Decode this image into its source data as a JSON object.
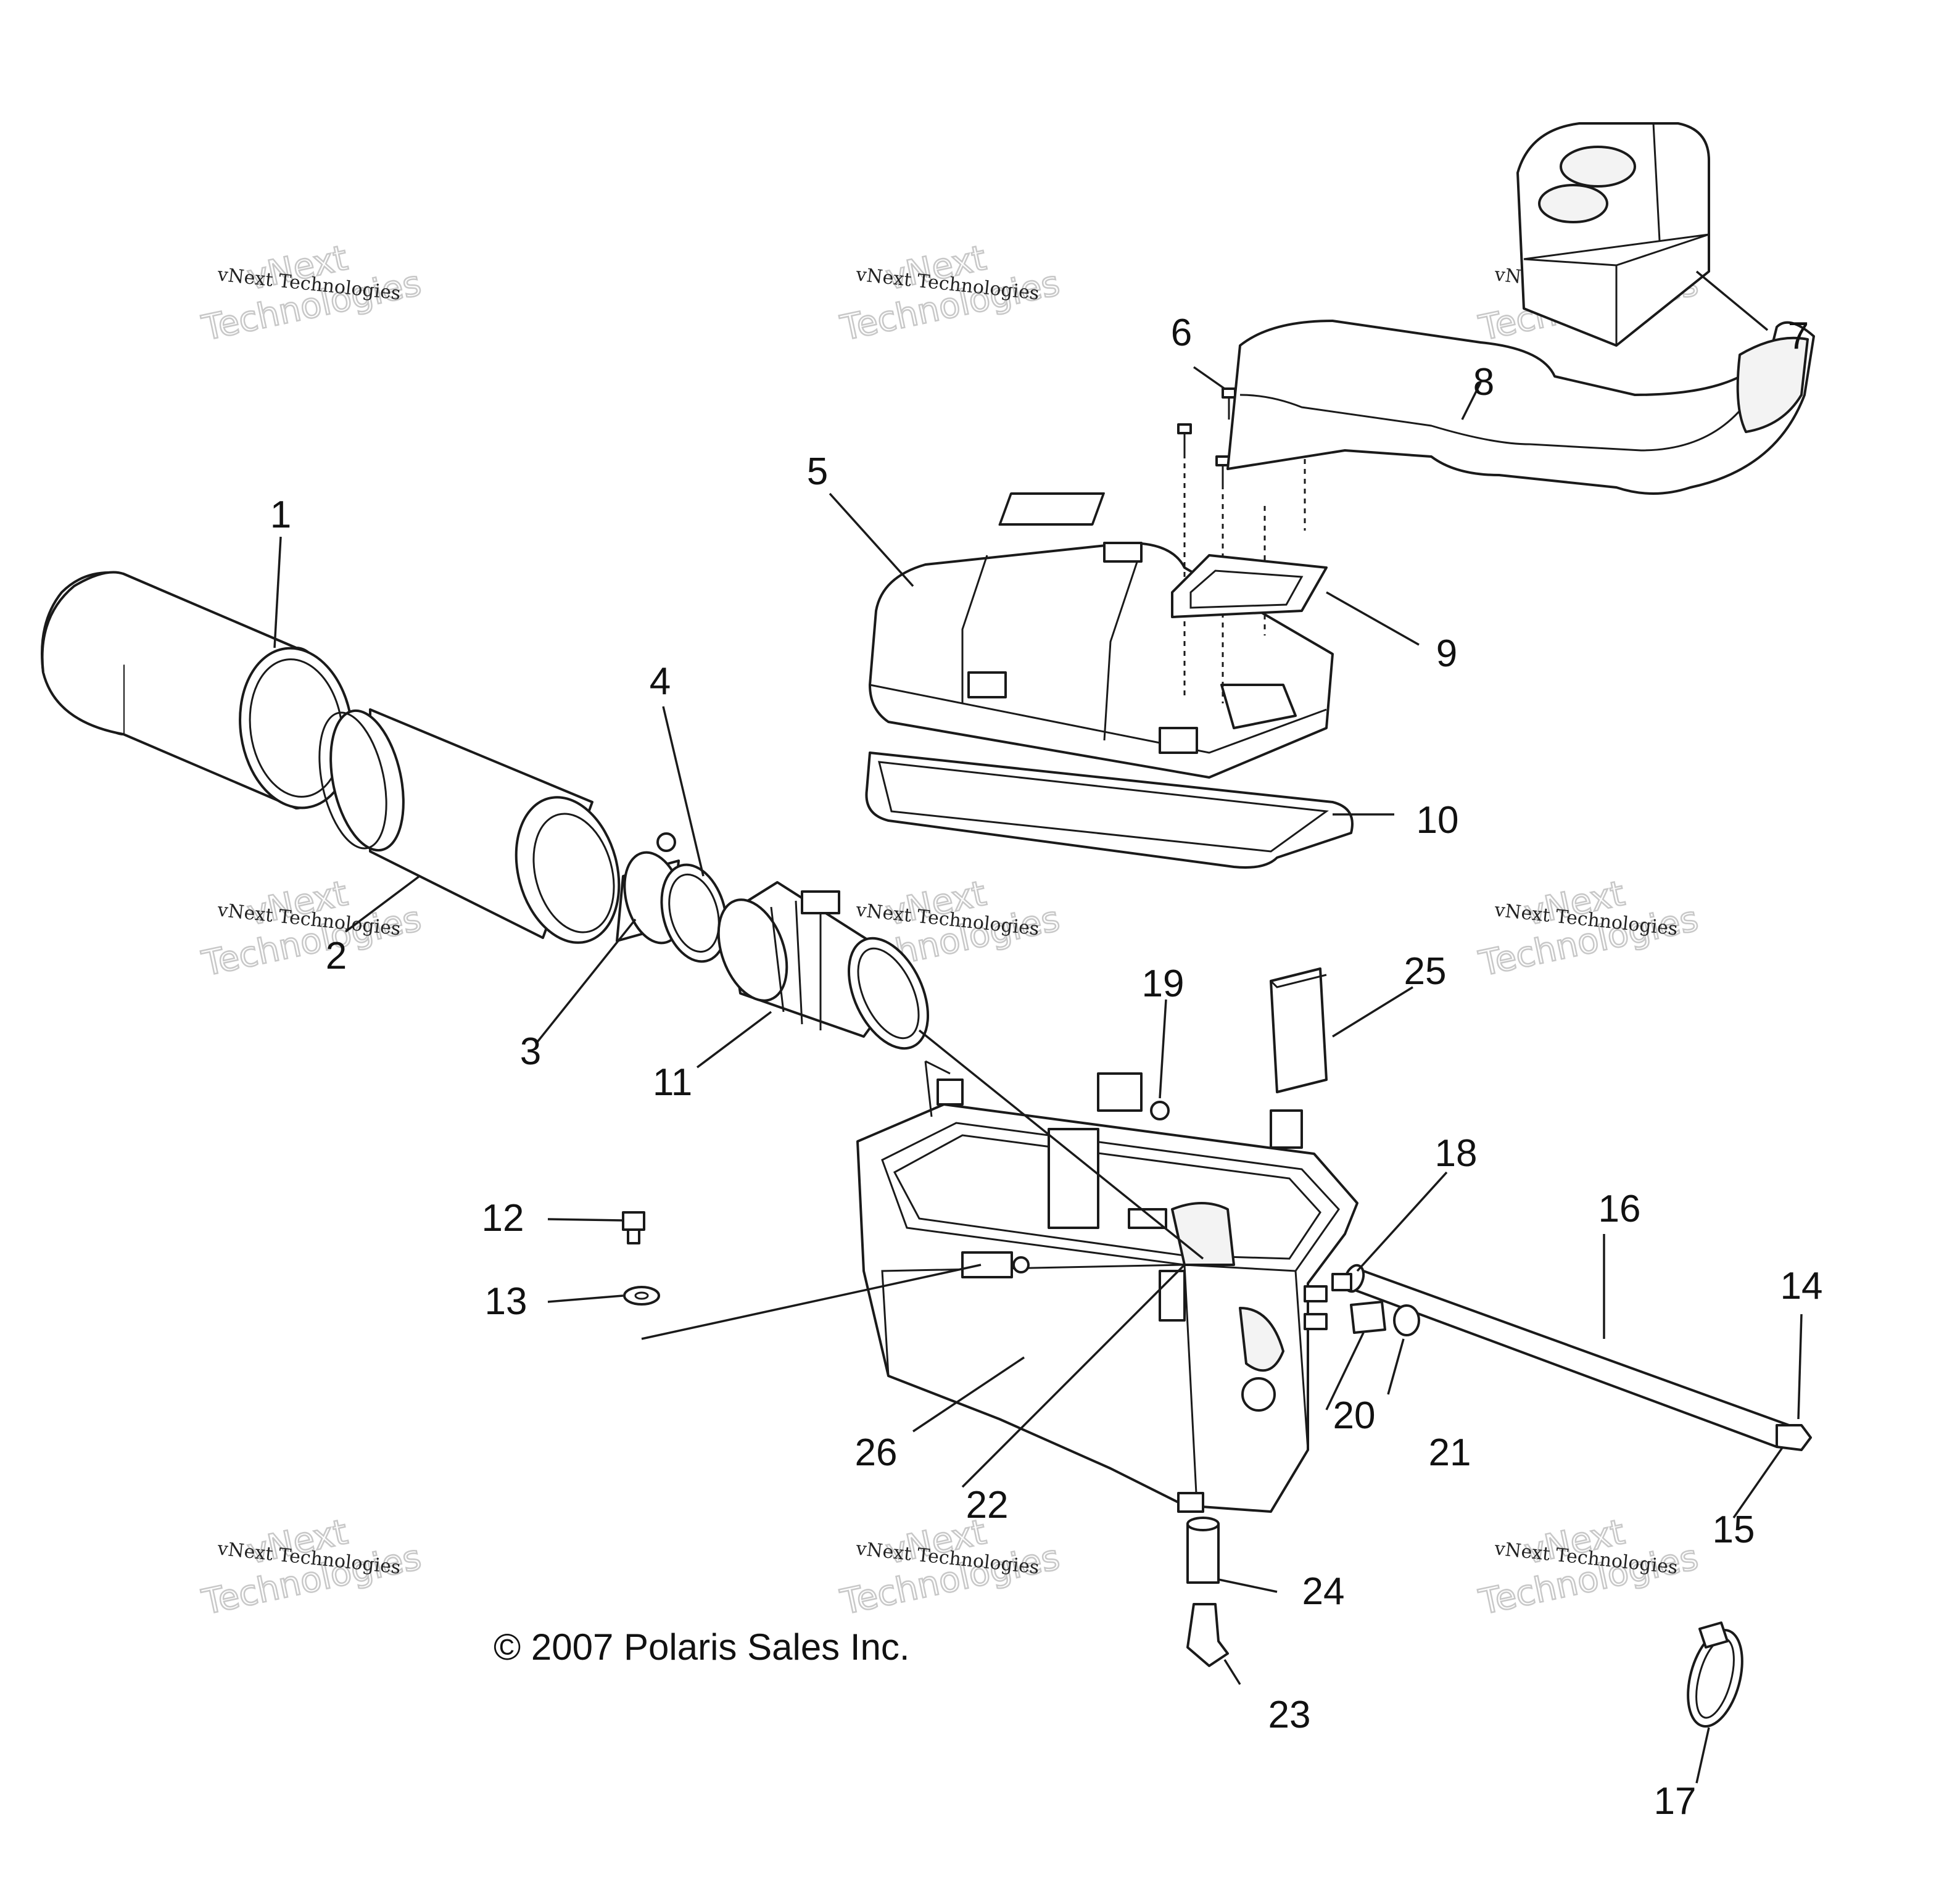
{
  "diagram": {
    "copyright": "© 2007 Polaris Sales Inc.",
    "watermark": {
      "small": "vNext Technologies",
      "big_top": "vNext",
      "big_bottom": "Technologies"
    },
    "callouts": [
      "1",
      "2",
      "3",
      "4",
      "5",
      "6",
      "7",
      "8",
      "9",
      "10",
      "11",
      "12",
      "13",
      "14",
      "15",
      "16",
      "17",
      "18",
      "19",
      "20",
      "21",
      "22",
      "23",
      "24",
      "25",
      "26"
    ]
  }
}
